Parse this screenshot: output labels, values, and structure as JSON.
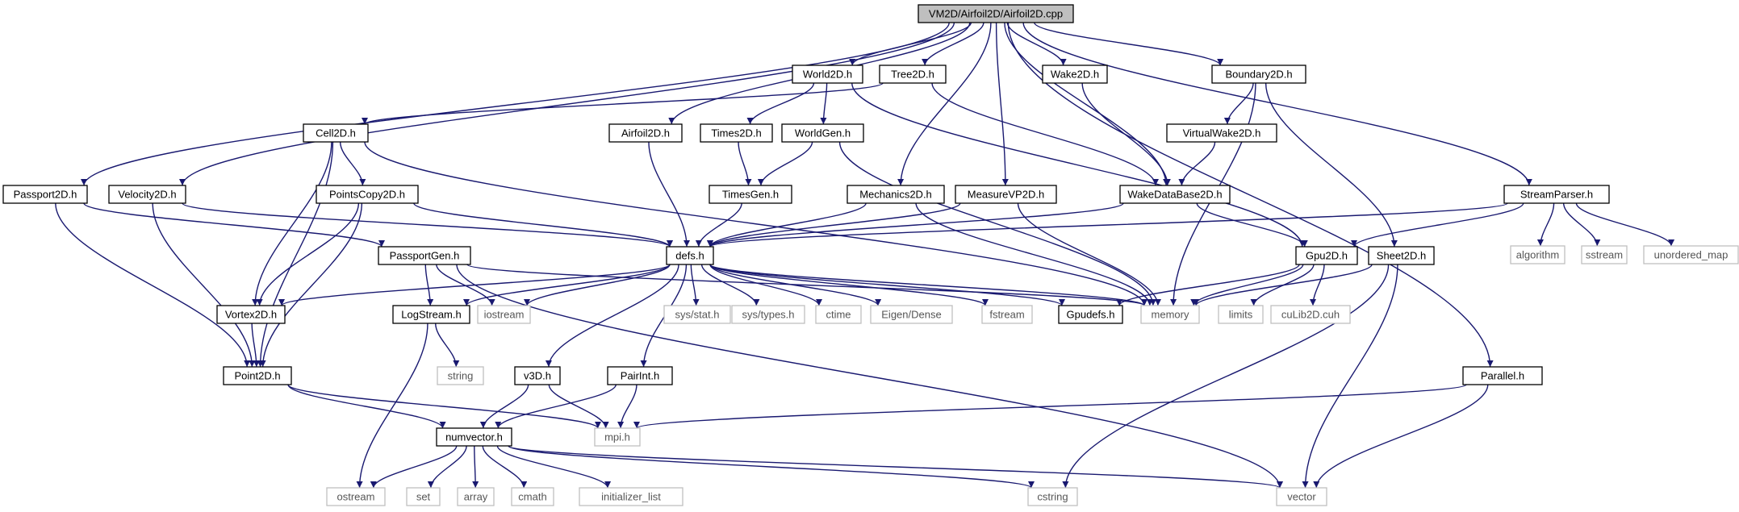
{
  "colors": {
    "edge": "#191970",
    "node_border": "#000000",
    "sys_border": "#bfbfbf",
    "root_fill": "#bfbfbf",
    "text": "#000000",
    "sys_text": "#555555"
  },
  "graph": {
    "nodes": [
      {
        "id": "root",
        "label": "VM2D/Airfoil2D/Airfoil2D.cpp",
        "kind": "root"
      },
      {
        "id": "passport2d",
        "label": "Passport2D.h",
        "kind": "file"
      },
      {
        "id": "velocity2d",
        "label": "Velocity2D.h",
        "kind": "file"
      },
      {
        "id": "airfoil2d",
        "label": "Airfoil2D.h",
        "kind": "file"
      },
      {
        "id": "world2d",
        "label": "World2D.h",
        "kind": "file"
      },
      {
        "id": "tree2d",
        "label": "Tree2D.h",
        "kind": "file"
      },
      {
        "id": "mechanics2d",
        "label": "Mechanics2D.h",
        "kind": "file"
      },
      {
        "id": "measurevp2d",
        "label": "MeasureVP2D.h",
        "kind": "file"
      },
      {
        "id": "wake2d",
        "label": "Wake2D.h",
        "kind": "file"
      },
      {
        "id": "boundary2d",
        "label": "Boundary2D.h",
        "kind": "file"
      },
      {
        "id": "streamparser",
        "label": "StreamParser.h",
        "kind": "file"
      },
      {
        "id": "parallel",
        "label": "Parallel.h",
        "kind": "file"
      },
      {
        "id": "cell2d",
        "label": "Cell2D.h",
        "kind": "file"
      },
      {
        "id": "times2d",
        "label": "Times2D.h",
        "kind": "file"
      },
      {
        "id": "worldgen",
        "label": "WorldGen.h",
        "kind": "file"
      },
      {
        "id": "virtualwake2d",
        "label": "VirtualWake2D.h",
        "kind": "file"
      },
      {
        "id": "pointscopy2d",
        "label": "PointsCopy2D.h",
        "kind": "file"
      },
      {
        "id": "timesgen",
        "label": "TimesGen.h",
        "kind": "file"
      },
      {
        "id": "wakedatabase2d",
        "label": "WakeDataBase2D.h",
        "kind": "file"
      },
      {
        "id": "defs",
        "label": "defs.h",
        "kind": "file"
      },
      {
        "id": "passportgen",
        "label": "PassportGen.h",
        "kind": "file"
      },
      {
        "id": "gpu2d",
        "label": "Gpu2D.h",
        "kind": "file"
      },
      {
        "id": "sheet2d",
        "label": "Sheet2D.h",
        "kind": "file"
      },
      {
        "id": "vortex2d",
        "label": "Vortex2D.h",
        "kind": "file"
      },
      {
        "id": "logstream",
        "label": "LogStream.h",
        "kind": "file"
      },
      {
        "id": "gpudefs",
        "label": "Gpudefs.h",
        "kind": "file"
      },
      {
        "id": "point2d",
        "label": "Point2D.h",
        "kind": "file"
      },
      {
        "id": "v3d",
        "label": "v3D.h",
        "kind": "file"
      },
      {
        "id": "pairint",
        "label": "PairInt.h",
        "kind": "file"
      },
      {
        "id": "numvector",
        "label": "numvector.h",
        "kind": "file"
      },
      {
        "id": "algorithm",
        "label": "algorithm",
        "kind": "sys"
      },
      {
        "id": "sstream",
        "label": "sstream",
        "kind": "sys"
      },
      {
        "id": "unordered_map",
        "label": "unordered_map",
        "kind": "sys"
      },
      {
        "id": "iostream",
        "label": "iostream",
        "kind": "sys"
      },
      {
        "id": "sysstat",
        "label": "sys/stat.h",
        "kind": "sys"
      },
      {
        "id": "systypes",
        "label": "sys/types.h",
        "kind": "sys"
      },
      {
        "id": "ctime",
        "label": "ctime",
        "kind": "sys"
      },
      {
        "id": "eigendense",
        "label": "Eigen/Dense",
        "kind": "sys"
      },
      {
        "id": "fstream",
        "label": "fstream",
        "kind": "sys"
      },
      {
        "id": "memory",
        "label": "memory",
        "kind": "sys"
      },
      {
        "id": "limits",
        "label": "limits",
        "kind": "sys"
      },
      {
        "id": "culib2d",
        "label": "cuLib2D.cuh",
        "kind": "sys"
      },
      {
        "id": "string",
        "label": "string",
        "kind": "sys"
      },
      {
        "id": "mpi",
        "label": "mpi.h",
        "kind": "sys"
      },
      {
        "id": "ostream",
        "label": "ostream",
        "kind": "sys"
      },
      {
        "id": "set",
        "label": "set",
        "kind": "sys"
      },
      {
        "id": "array",
        "label": "array",
        "kind": "sys"
      },
      {
        "id": "cmath",
        "label": "cmath",
        "kind": "sys"
      },
      {
        "id": "initializer_list",
        "label": "initializer_list",
        "kind": "sys"
      },
      {
        "id": "cstring",
        "label": "cstring",
        "kind": "sys"
      },
      {
        "id": "vector",
        "label": "vector",
        "kind": "sys"
      }
    ],
    "edges": [
      [
        "root",
        "passport2d"
      ],
      [
        "root",
        "velocity2d"
      ],
      [
        "root",
        "airfoil2d"
      ],
      [
        "root",
        "world2d"
      ],
      [
        "root",
        "tree2d"
      ],
      [
        "root",
        "mechanics2d"
      ],
      [
        "root",
        "measurevp2d"
      ],
      [
        "root",
        "wake2d"
      ],
      [
        "root",
        "wakedatabase2d"
      ],
      [
        "root",
        "boundary2d"
      ],
      [
        "root",
        "streamparser"
      ],
      [
        "root",
        "parallel"
      ],
      [
        "world2d",
        "times2d"
      ],
      [
        "world2d",
        "worldgen"
      ],
      [
        "world2d",
        "gpu2d"
      ],
      [
        "tree2d",
        "cell2d"
      ],
      [
        "tree2d",
        "wakedatabase2d"
      ],
      [
        "wake2d",
        "wakedatabase2d"
      ],
      [
        "boundary2d",
        "virtualwake2d"
      ],
      [
        "boundary2d",
        "memory"
      ],
      [
        "boundary2d",
        "sheet2d"
      ],
      [
        "virtualwake2d",
        "wakedatabase2d"
      ],
      [
        "cell2d",
        "pointscopy2d"
      ],
      [
        "cell2d",
        "vortex2d"
      ],
      [
        "cell2d",
        "point2d"
      ],
      [
        "cell2d",
        "memory"
      ],
      [
        "times2d",
        "timesgen"
      ],
      [
        "worldgen",
        "timesgen"
      ],
      [
        "worldgen",
        "memory"
      ],
      [
        "timesgen",
        "defs"
      ],
      [
        "airfoil2d",
        "defs"
      ],
      [
        "mechanics2d",
        "defs"
      ],
      [
        "mechanics2d",
        "memory"
      ],
      [
        "measurevp2d",
        "defs"
      ],
      [
        "measurevp2d",
        "memory"
      ],
      [
        "wakedatabase2d",
        "defs"
      ],
      [
        "wakedatabase2d",
        "gpu2d"
      ],
      [
        "streamparser",
        "defs"
      ],
      [
        "streamparser",
        "gpu2d"
      ],
      [
        "streamparser",
        "algorithm"
      ],
      [
        "streamparser",
        "sstream"
      ],
      [
        "streamparser",
        "unordered_map"
      ],
      [
        "passport2d",
        "passportgen"
      ],
      [
        "passport2d",
        "point2d"
      ],
      [
        "velocity2d",
        "defs"
      ],
      [
        "velocity2d",
        "point2d"
      ],
      [
        "pointscopy2d",
        "defs"
      ],
      [
        "pointscopy2d",
        "vortex2d"
      ],
      [
        "pointscopy2d",
        "point2d"
      ],
      [
        "passportgen",
        "logstream"
      ],
      [
        "passportgen",
        "iostream"
      ],
      [
        "passportgen",
        "memory"
      ],
      [
        "passportgen",
        "vector"
      ],
      [
        "defs",
        "vortex2d"
      ],
      [
        "defs",
        "logstream"
      ],
      [
        "defs",
        "iostream"
      ],
      [
        "defs",
        "sysstat"
      ],
      [
        "defs",
        "systypes"
      ],
      [
        "defs",
        "ctime"
      ],
      [
        "defs",
        "eigendense"
      ],
      [
        "defs",
        "fstream"
      ],
      [
        "defs",
        "gpudefs"
      ],
      [
        "defs",
        "memory"
      ],
      [
        "defs",
        "v3d"
      ],
      [
        "defs",
        "pairint"
      ],
      [
        "gpu2d",
        "gpudefs"
      ],
      [
        "gpu2d",
        "memory"
      ],
      [
        "gpu2d",
        "limits"
      ],
      [
        "gpu2d",
        "culib2d"
      ],
      [
        "sheet2d",
        "memory"
      ],
      [
        "sheet2d",
        "cstring"
      ],
      [
        "sheet2d",
        "vector"
      ],
      [
        "logstream",
        "string"
      ],
      [
        "logstream",
        "ostream"
      ],
      [
        "vortex2d",
        "point2d"
      ],
      [
        "point2d",
        "numvector"
      ],
      [
        "point2d",
        "mpi"
      ],
      [
        "v3d",
        "numvector"
      ],
      [
        "v3d",
        "mpi"
      ],
      [
        "pairint",
        "numvector"
      ],
      [
        "pairint",
        "mpi"
      ],
      [
        "parallel",
        "mpi"
      ],
      [
        "parallel",
        "vector"
      ],
      [
        "numvector",
        "ostream"
      ],
      [
        "numvector",
        "set"
      ],
      [
        "numvector",
        "array"
      ],
      [
        "numvector",
        "cmath"
      ],
      [
        "numvector",
        "initializer_list"
      ],
      [
        "numvector",
        "cstring"
      ],
      [
        "numvector",
        "vector"
      ]
    ]
  }
}
